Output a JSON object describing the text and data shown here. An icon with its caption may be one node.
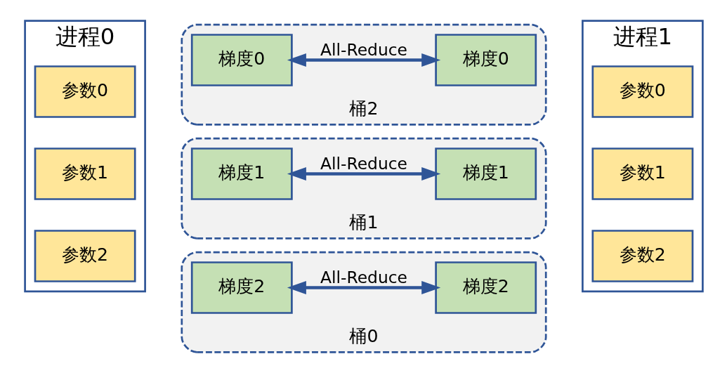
{
  "diagram": {
    "nodes": [
      {
        "text": [
          "进程0"
        ]
      },
      {
        "text": [
          "进程1"
        ]
      },
      {
        "text": [
          "桶2"
        ]
      },
      {
        "text": [
          "参数0"
        ],
        "in": 0
      },
      {
        "text": [
          "梯度0"
        ],
        "in": 2
      },
      {
        "text": [
          "梯度0"
        ],
        "in": 2
      },
      {
        "text": [
          "参数0"
        ],
        "in": 1
      },
      {
        "text": [
          "桶1"
        ]
      },
      {
        "text": [
          "参数1"
        ],
        "in": 0
      },
      {
        "text": [
          "梯度1"
        ],
        "in": 7
      },
      {
        "text": [
          "梯度1"
        ],
        "in": 7
      },
      {
        "text": [
          "参数1"
        ],
        "in": 1
      },
      {
        "text": [
          "桶0"
        ]
      },
      {
        "text": [
          "参数2"
        ],
        "in": 0
      },
      {
        "text": [
          "梯度2"
        ],
        "in": 12
      },
      {
        "text": [
          "梯度2"
        ],
        "in": 12
      },
      {
        "text": [
          "参数2"
        ],
        "in": 1
      }
    ],
    "edges": [
      {
        "from": 4,
        "to": 5,
        "arrow": "both",
        "label": "All-Reduce"
      },
      {
        "from": 9,
        "to": 10,
        "arrow": "both",
        "label": "All-Reduce"
      },
      {
        "from": 14,
        "to": 15,
        "arrow": "both",
        "label": "All-Reduce"
      }
    ]
  }
}
